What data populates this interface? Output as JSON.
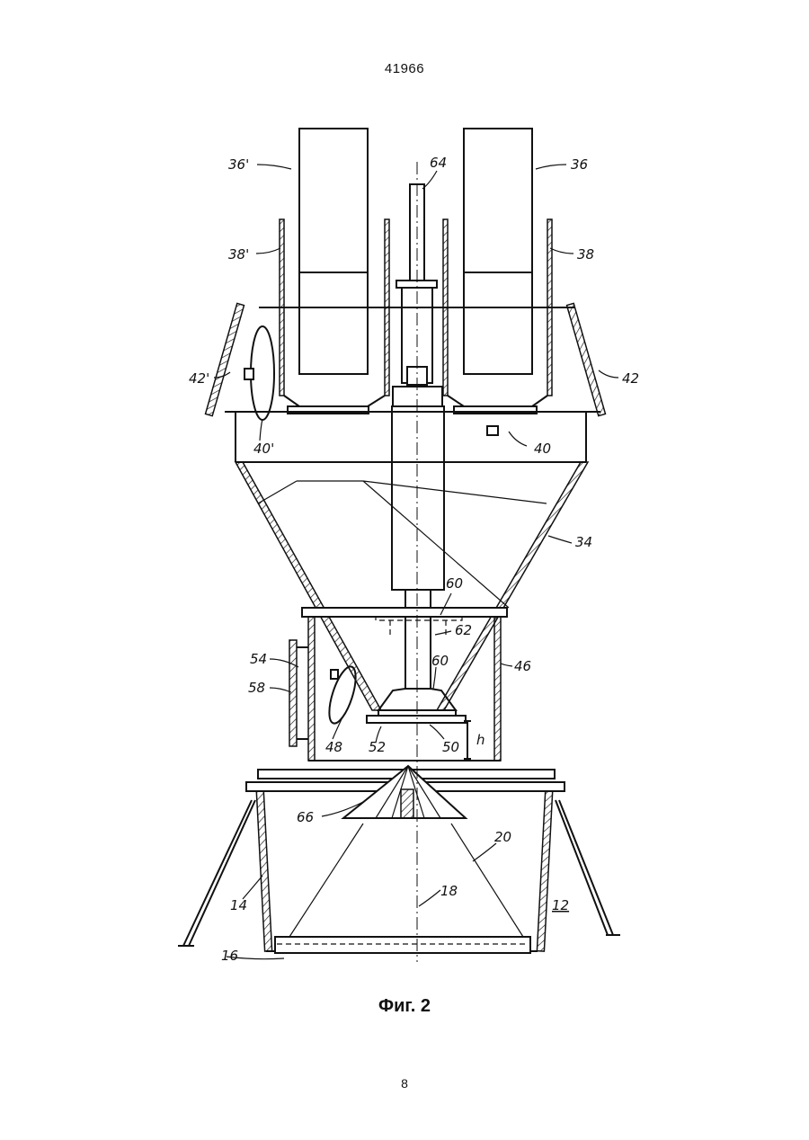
{
  "header": {
    "document_number": "41966"
  },
  "figure": {
    "caption": "Фиг. 2",
    "labels": {
      "l36p": "36'",
      "l36": "36",
      "l64": "64",
      "l38p": "38'",
      "l38": "38",
      "l42p": "42'",
      "l42": "42",
      "l40p": "40'",
      "l40": "40",
      "l34": "34",
      "l60a": "60",
      "l62": "62",
      "l60b": "60",
      "l54": "54",
      "l58": "58",
      "l46": "46",
      "l48": "48",
      "l52": "52",
      "l50": "50",
      "lh": "h",
      "l66": "66",
      "l20": "20",
      "l18": "18",
      "l14": "14",
      "l12": "12",
      "l16": "16"
    }
  },
  "footer": {
    "page_number": "8"
  }
}
